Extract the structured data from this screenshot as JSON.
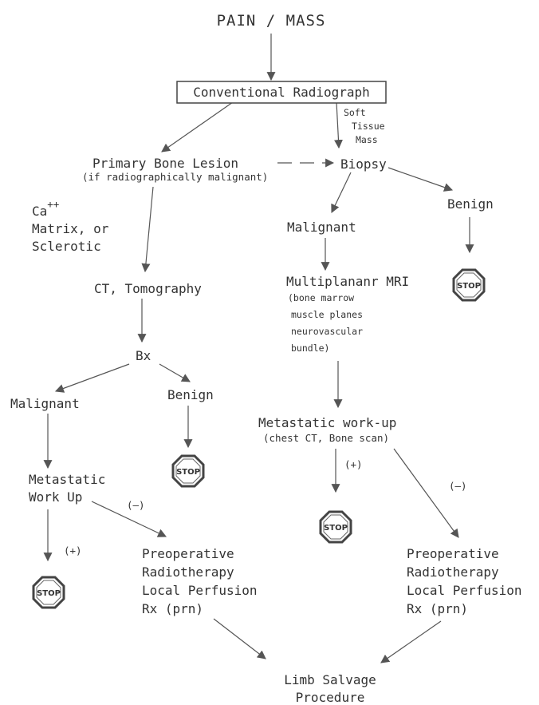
{
  "title": "PAIN / MASS",
  "conventional": "Conventional Radiograph",
  "soft_tissue": [
    "Soft",
    "Tissue",
    "Mass"
  ],
  "primary": "Primary Bone Lesion",
  "primary_sub": "(if radiographically malignant)",
  "biopsy": "Biopsy",
  "ca_lines": [
    "Ca",
    "Matrix, or",
    "Sclerotic"
  ],
  "ca_sup": "++",
  "left_malignant_top": "Malignant",
  "benign_right": "Benign",
  "ct": "CT, Tomography",
  "mri": "Multiplananr MRI",
  "mri_sub": [
    "(bone marrow",
    "muscle planes",
    "neurovascular",
    "bundle)"
  ],
  "bx": "Bx",
  "malignant_left": "Malignant",
  "benign_mid": "Benign",
  "met_right": "Metastatic work-up",
  "met_right_sub": "(chest CT, Bone scan)",
  "met_left": [
    "Metastatic",
    "Work Up"
  ],
  "plus": "(+)",
  "minus": "(–)",
  "preop": [
    "Preoperative",
    "Radiotherapy",
    "Local Perfusion",
    "Rx (prn)"
  ],
  "limb": [
    "Limb Salvage",
    "Procedure"
  ],
  "stop": "STOP"
}
